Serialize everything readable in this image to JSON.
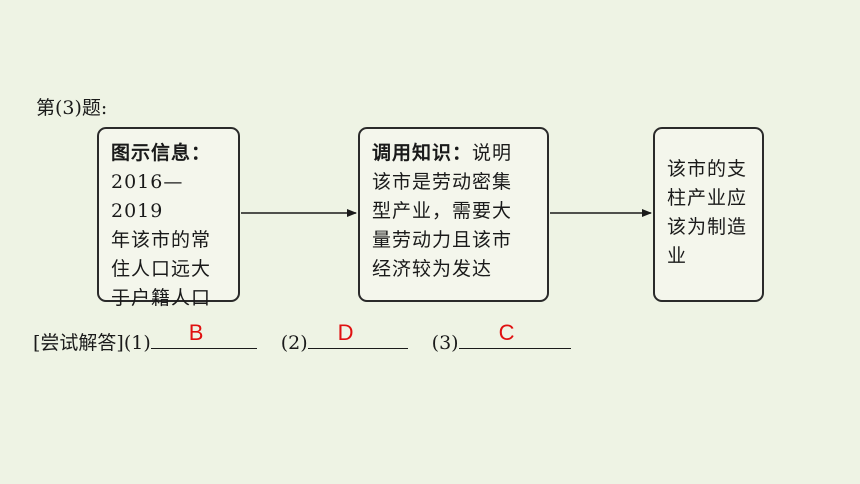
{
  "question_label": "第(3)题:",
  "boxes": [
    {
      "lead": "图示信息：",
      "lines": [
        "2016—2019",
        "年该市的常",
        "住人口远大",
        "于户籍人口"
      ]
    },
    {
      "lead": "调用知识：",
      "lead_tail": "说明",
      "lines": [
        "该市是劳动密集",
        "型产业，需要大",
        "量劳动力且该市",
        "经济较为发达"
      ]
    },
    {
      "lead": "",
      "lines": [
        "该市的支",
        "柱产业应",
        "该为制造",
        "业"
      ]
    }
  ],
  "answers": {
    "prefix": "[尝试解答]",
    "items": [
      {
        "label": "(1)",
        "value": "B"
      },
      {
        "label": "(2)",
        "value": "D"
      },
      {
        "label": "(3)",
        "value": "C"
      }
    ],
    "answer_color": "#e01010"
  }
}
